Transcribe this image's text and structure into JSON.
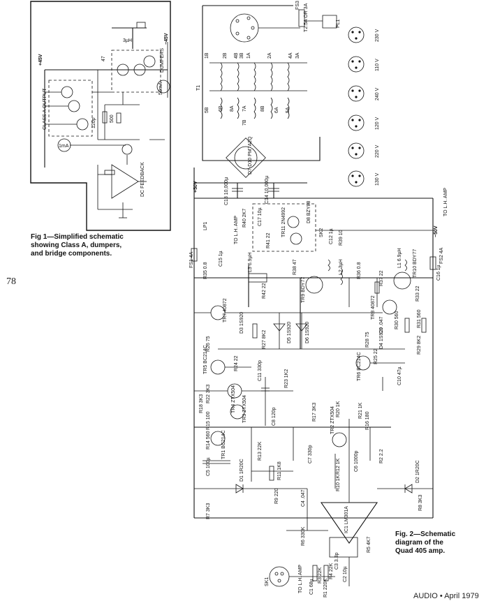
{
  "page_number": "78",
  "footer": "AUDIO • April 1979",
  "fig1": {
    "caption_lines": [
      "Fig 1—Simplified schematic",
      "showing Class A, dumpers,",
      "and bridge components."
    ],
    "labels": {
      "plus45": "+45V",
      "minus45": "−45V",
      "class_a": "CLASS A OUTPUT",
      "dumpers": "DUMPERS",
      "dc_feedback": "DC FEEDBACK",
      "c120p": "120p",
      "r500": "500",
      "r47": "47",
      "l3uh": "3µH",
      "m1ma": "1mA",
      "m50ma": "50mA"
    }
  },
  "fig2": {
    "caption_lines": [
      "Fig. 2—Schematic",
      "diagram of the",
      "Quad 405 amp."
    ],
    "rails": {
      "plus50": "+50V",
      "minus50": "−50V"
    },
    "mains": {
      "fs3": "FS3",
      "fs3_rating": "T2.5A OR 3A",
      "pl1": "PL1",
      "t1": "T1",
      "voltages": [
        "230 V",
        "110 V",
        "240 V",
        "120 V",
        "220 V",
        "130 V"
      ],
      "windings": [
        "1B",
        "2B",
        "3B",
        "4B",
        "1A",
        "2A",
        "3A",
        "4A",
        "5B",
        "6B",
        "7B",
        "8B",
        "5A",
        "6A",
        "7A",
        "8A"
      ]
    },
    "components": {
      "d_bridge": "D7-D10 PM7A2Q",
      "c13": "C13 10,000µ",
      "c14": "C14 10,000µ",
      "c17": "C17 10µ",
      "r40": "R40 2K7",
      "r41": "R41 22",
      "lp1": "LP1",
      "to_lh_amp": "TO L.H. AMP",
      "to_lh_amp_2": "TO L.H. AMP",
      "to_lh_amp_3": "TO L.H. AMP",
      "tr11": "TR11 2N4992",
      "d8": "D8 BZY88",
      "sk2": "SK2",
      "c12": "C12 1µ",
      "r39": "R39 10",
      "fs1": "FS1 4A",
      "fs2": "FS2 4A",
      "r35": "R35 0.8",
      "c15": "C15 1µ",
      "l3": "L3 6.9µH",
      "l1": "L1 6.9µH",
      "l2": "L2 3µH",
      "r38": "R38 47",
      "r36": "R36 0.8",
      "r37": "R37 22",
      "tr9": "TR9 BDY77",
      "tr10": "TR10 BDY77",
      "c16": "C16 1µ",
      "r42": "R42 22",
      "tr7": "TR7 40872",
      "d3": "D3 1S920",
      "d4": "D4 1S920",
      "d5": "D5 1S920",
      "d6": "D6 1S920",
      "r33": "R33 22",
      "tr8": "TR8 40872",
      "r30": "R30 560",
      "r31": "R31 560",
      "r27": "R27 8K2",
      "r29": "R29 8K2",
      "r26": "R26 75",
      "r28": "R28 75",
      "c9": "C9 .047",
      "tr5": "TR5 BC214C",
      "tr6": "TR6 BC214C",
      "r24": "R24 22",
      "r25": "R25 22",
      "c10": "C10 47µ",
      "c11": "C11 330p",
      "r23": "R23 1K2",
      "r22": "R22 3K3",
      "r18": "R18 3K3",
      "tr4": "TR4 ZTX504",
      "tr3": "TR3 ZTX504",
      "c8": "C8 120p",
      "r15": "R15 100",
      "r17": "R17 3K3",
      "r20": "R20 1K",
      "r21": "R21 1K",
      "tr2": "TR2 ZTX504",
      "r16": "R16 180",
      "r14": "R14 560",
      "tr1": "TR1 BC214C",
      "r13": "R13 22K",
      "c7": "C7 330p",
      "c6": "C6 1000p",
      "r2": "R2 2.2",
      "c5": "C5 100µ",
      "r11": "R11 1K8",
      "r12": "R12 1K",
      "d1": "D1 1R20C",
      "d2": "D2 1R20C",
      "r9": "R9 220",
      "c4": "C4 .047",
      "r10": "R10 1K",
      "r7": "R7 3K3",
      "r8": "R8 3K3",
      "ic1": "IC1 LM301A",
      "r6": "R6 330K",
      "c3": "C3 3.3p",
      "r5": "R5 4K7",
      "sk1": "SK1",
      "r3": "R3 22K",
      "r4": "R4 22K",
      "c1": "C1 68µ",
      "c2": "C2 10µ",
      "r1": "R1 220K"
    }
  }
}
